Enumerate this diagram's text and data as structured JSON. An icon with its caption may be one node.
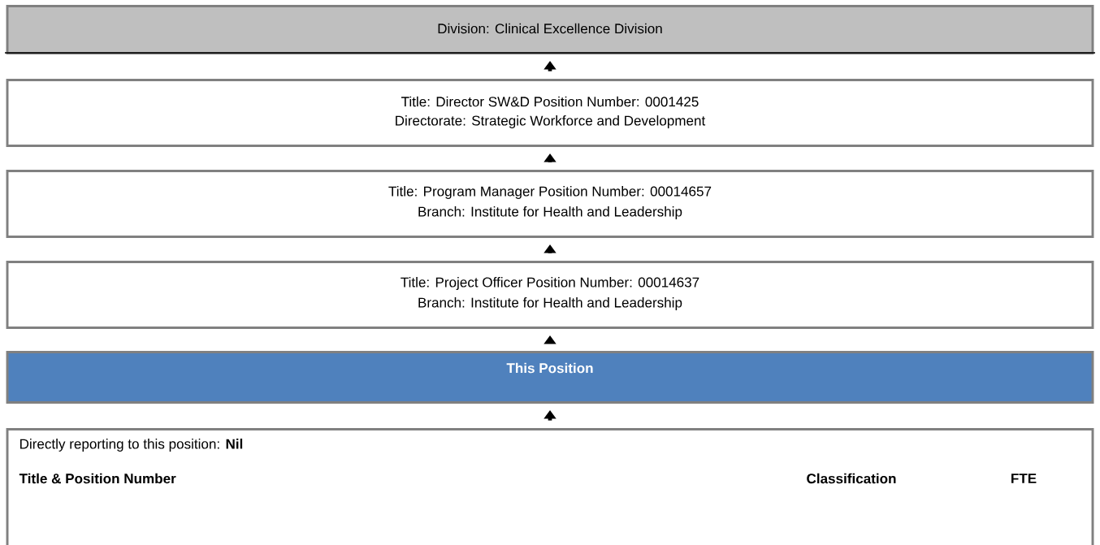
{
  "diagram": {
    "nodes": [
      {
        "text": [
          "Division: Clinical Excellence Division"
        ]
      },
      {
        "text": [
          "Title: Director SW&D Position Number: 0001425",
          "Directorate: Strategic Workforce and Development"
        ]
      },
      {
        "text": [
          "Title: Program Manager Position Number: 00014657",
          "Branch: Institute for Health and Leadership"
        ]
      },
      {
        "text": [
          "Title: Project Officer Position Number: 00014637",
          "Branch: Institute for Health and Leadership"
        ]
      },
      {
        "text": [
          "This Position"
        ]
      },
      {
        "text": [
          "Directly reporting to this position: **Nil**",
          "Title & Position Number",
          "Classification",
          "FTE"
        ]
      }
    ],
    "edges": [
      {
        "from": 1,
        "to": 0,
        "arrow": "to"
      },
      {
        "from": 2,
        "to": 1,
        "arrow": "to"
      },
      {
        "from": 3,
        "to": 2,
        "arrow": "to"
      },
      {
        "from": 4,
        "to": 3,
        "arrow": "to"
      },
      {
        "from": 5,
        "to": 4,
        "arrow": "to"
      }
    ]
  }
}
